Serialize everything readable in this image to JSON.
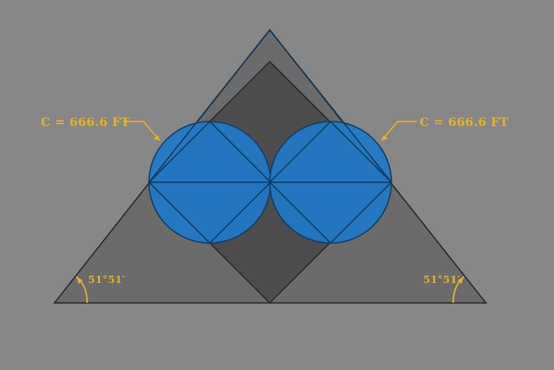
{
  "diagram": {
    "circumference_left_label": "C = 666.6 FT",
    "circumference_right_label": "C = 666.6 FT",
    "angle_left_label": "51°51′",
    "angle_right_label": "51°51′"
  },
  "colors": {
    "background": "#878787",
    "triangle_fill": "#6b6b6b",
    "diamond_fill": "#4c4c4c",
    "circle_fill": "#1f78c8",
    "outline": "#2b2b2b",
    "label": "#e8b12a"
  }
}
